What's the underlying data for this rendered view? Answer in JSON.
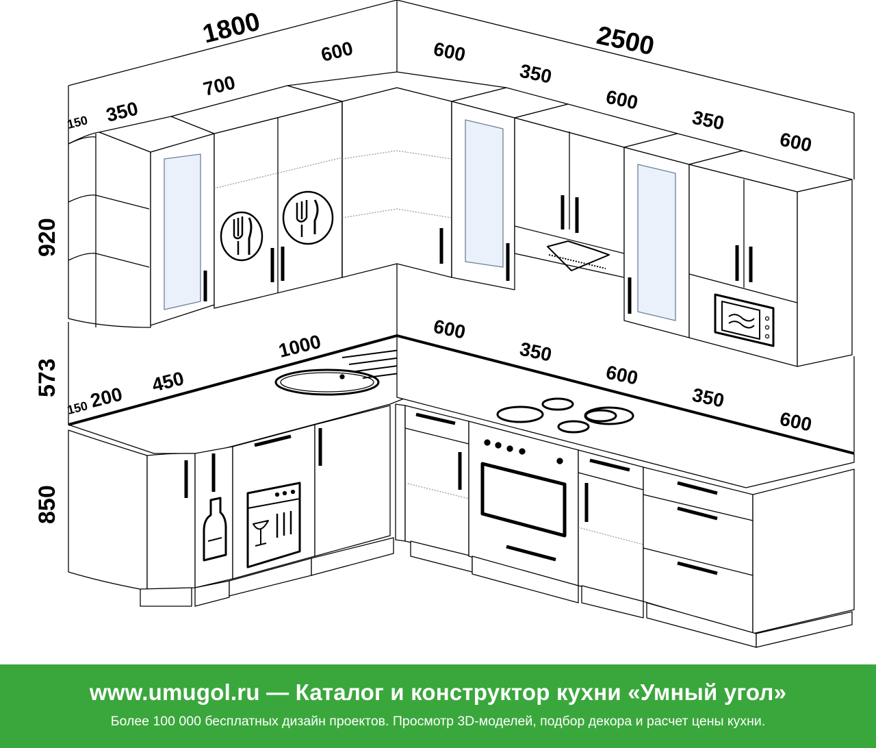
{
  "dimensions": {
    "upper_total_left": "1800",
    "upper_total_right": "2500",
    "upper_corner_left": "600",
    "upper_corner_right": "600",
    "upper_left_modules": [
      "150",
      "350",
      "700"
    ],
    "upper_right_modules": [
      "350",
      "600",
      "350",
      "600"
    ],
    "height_upper": "920",
    "height_gap": "573",
    "height_lower": "850",
    "lower_left_modules": [
      "150",
      "200",
      "450",
      "1000"
    ],
    "lower_right_modules": [
      "600",
      "350",
      "600",
      "350",
      "600"
    ]
  },
  "banner": {
    "title": "www.umugol.ru — Каталог и конструктор кухни «Умный угол»",
    "subtitle": "Более 100 000 бесплатных дизайн проектов. Просмотр 3D-моделей, подбор декора и расчет цены кухни."
  },
  "icons": [
    "cutlery-icon",
    "cutlery-icon",
    "range-hood-icon",
    "microwave-icon",
    "sink-icon",
    "cooktop-icon",
    "oven-icon",
    "dishwasher-icon",
    "bottle-icon"
  ]
}
